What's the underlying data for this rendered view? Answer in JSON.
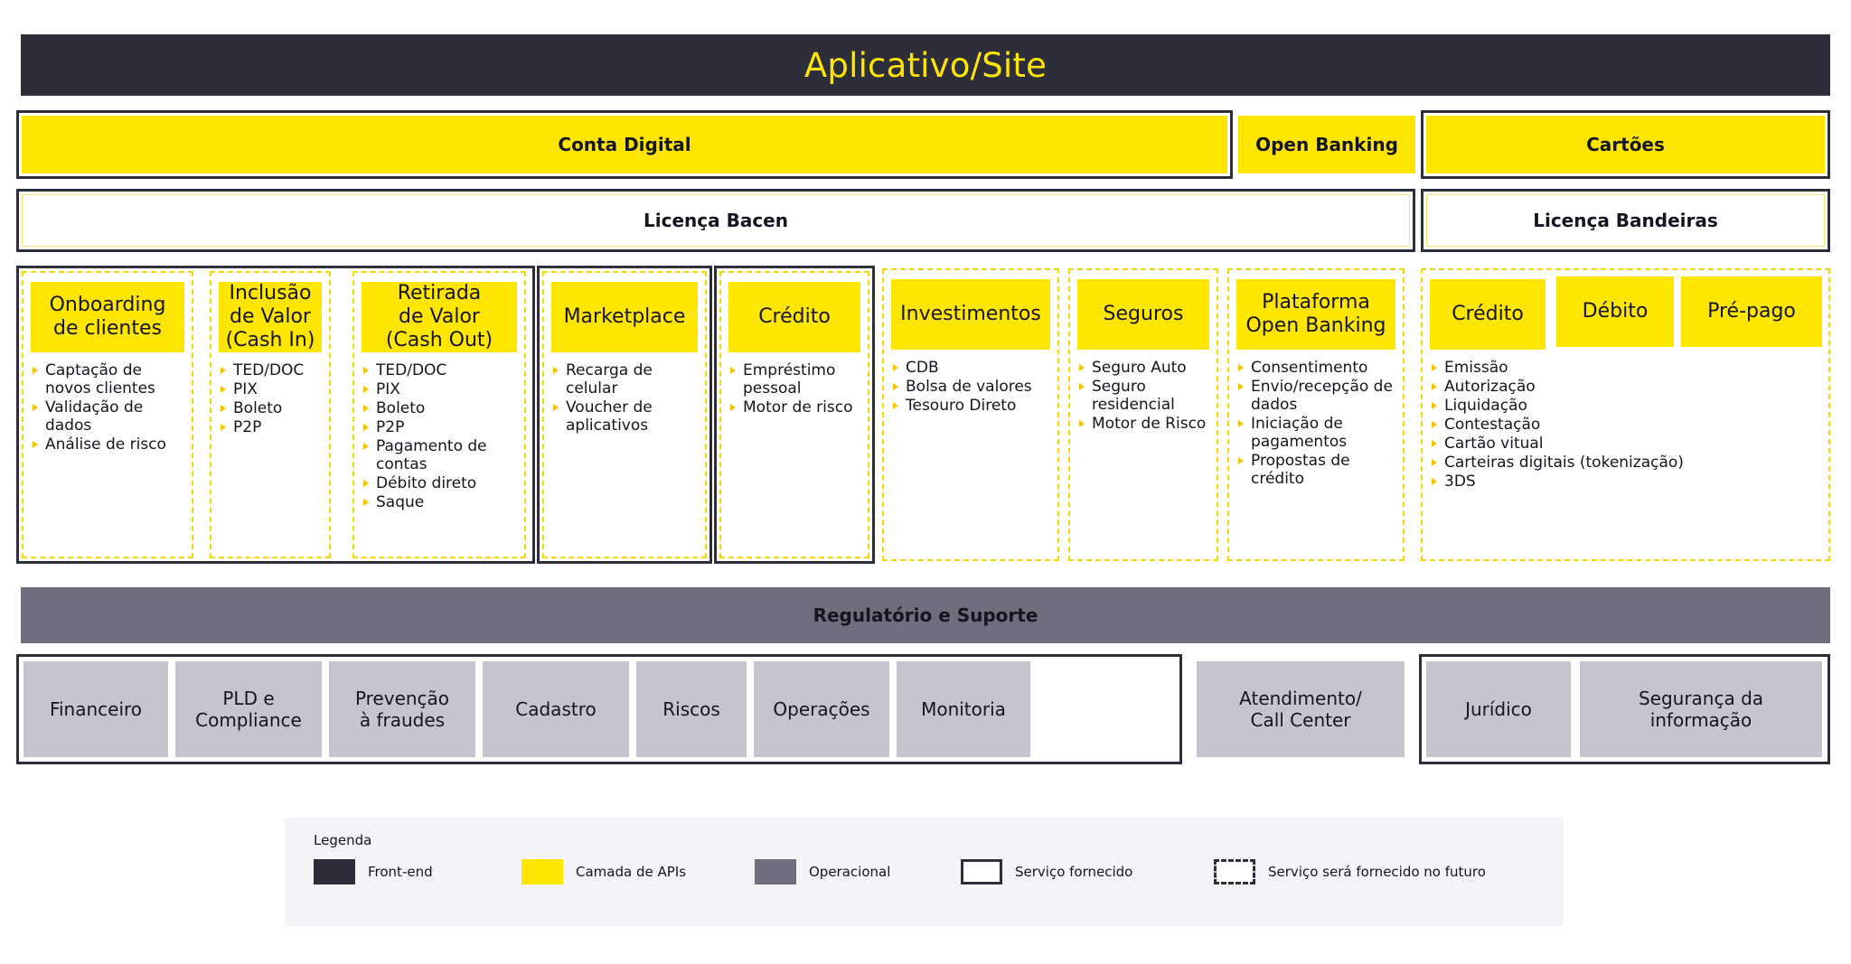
{
  "header": {
    "title": "Aplicativo/Site"
  },
  "layers": {
    "conta_digital": "Conta Digital",
    "open_banking": "Open Banking",
    "cartoes": "Cartões",
    "licenca_bacen": "Licença Bacen",
    "licenca_bandeiras": "Licença Bandeiras"
  },
  "columns": [
    {
      "title": "Onboarding\nde clientes",
      "items": [
        "Captação de novos clientes",
        "Validação de dados",
        "Análise de risco"
      ]
    },
    {
      "title": "Inclusão\nde Valor\n(Cash In)",
      "items": [
        "TED/DOC",
        "PIX",
        "Boleto",
        "P2P"
      ]
    },
    {
      "title": "Retirada\nde Valor\n(Cash Out)",
      "items": [
        "TED/DOC",
        "PIX",
        "Boleto",
        "P2P",
        "Pagamento de contas",
        "Débito direto",
        "Saque"
      ]
    },
    {
      "title": "Marketplace",
      "items": [
        "Recarga de celular",
        "Voucher de aplicativos"
      ]
    },
    {
      "title": "Crédito",
      "items": [
        "Empréstimo pessoal",
        "Motor de risco"
      ]
    },
    {
      "title": "Investimentos",
      "items": [
        "CDB",
        "Bolsa de valores",
        "Tesouro Direto"
      ]
    },
    {
      "title": "Seguros",
      "items": [
        "Seguro Auto",
        "Seguro residencial",
        "Motor de Risco"
      ]
    },
    {
      "title": "Plataforma\nOpen Banking",
      "items": [
        "Consentimento",
        "Envio/recepção de dados",
        "Iniciação de pagamentos",
        "Propostas de crédito"
      ]
    },
    {
      "title": "Crédito",
      "items": [
        "Emissão",
        "Autorização",
        "Liquidação",
        "Contestação",
        "Cartão vitual",
        "Carteiras digitais (tokenização)",
        "3DS"
      ]
    }
  ],
  "card_types": {
    "debito": "Débito",
    "prepago": "Pré-pago"
  },
  "support": {
    "title": "Regulatório e Suporte"
  },
  "support_tiles": [
    "Financeiro",
    "PLD e\nCompliance",
    "Prevenção\nà fraudes",
    "Cadastro",
    "Riscos",
    "Operações",
    "Monitoria",
    "Atendimento/\nCall Center",
    "Jurídico",
    "Segurança da\ninformação"
  ],
  "legend": {
    "title": "Legenda",
    "items": [
      {
        "label": "Front-end",
        "swatch": "#2e2e3a",
        "style": "fill"
      },
      {
        "label": "Camada de APIs",
        "swatch": "#ffe600",
        "style": "fill"
      },
      {
        "label": "Operacional",
        "swatch": "#6e6e7e",
        "style": "fill"
      },
      {
        "label": "Serviço fornecido",
        "swatch": "#ffffff",
        "style": "solid-outline"
      },
      {
        "label": "Serviço será fornecido no futuro",
        "swatch": "#ffffff",
        "style": "dashed-outline"
      }
    ]
  },
  "colors": {
    "dark": "#2e2e3a",
    "yellow": "#ffe600",
    "gray": "#6e6e7e",
    "tile_gray": "#c5c5d0",
    "legend_bg": "#f4f4f8"
  }
}
